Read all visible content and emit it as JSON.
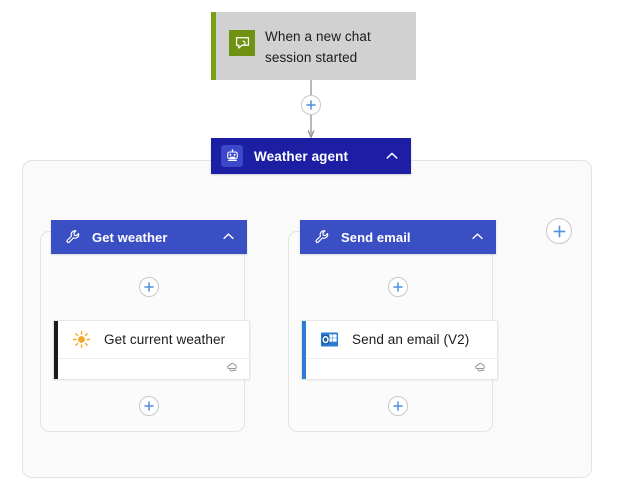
{
  "canvas": {
    "background": "#ffffff",
    "outer_container_fill": "#fafafa",
    "outer_container_border": "#e3e3e3"
  },
  "trigger": {
    "title": "When a new chat session started",
    "icon": "chat-bubble-icon",
    "accent_color": "#7aa116",
    "icon_bg": "#6f9212",
    "card_bg": "#d1d1d1"
  },
  "agent": {
    "label": "Weather agent",
    "icon": "robot-icon",
    "chevron": "chevron-up-icon",
    "bg": "#1c1fa3",
    "icon_bg": "#3a48c9"
  },
  "branches": [
    {
      "id": "get-weather",
      "header_label": "Get weather",
      "header_icon": "wrench-icon",
      "header_chevron": "chevron-up-icon",
      "header_bg": "#3b4fc4",
      "action": {
        "label": "Get current weather",
        "icon": "sun-icon",
        "accent_color": "#1b1b1b",
        "footer_icon": "cloud-connector-icon"
      }
    },
    {
      "id": "send-email",
      "header_label": "Send email",
      "header_icon": "wrench-icon",
      "header_chevron": "chevron-up-icon",
      "header_bg": "#3b4fc4",
      "action": {
        "label": "Send an email (V2)",
        "icon": "outlook-icon",
        "accent_color": "#2b7cd3",
        "footer_icon": "cloud-connector-icon"
      }
    }
  ],
  "add_buttons": [
    {
      "id": "add-after-trigger",
      "icon": "plus-icon",
      "size": "small"
    },
    {
      "id": "add-in-get-weather-top",
      "icon": "plus-icon",
      "size": "small"
    },
    {
      "id": "add-in-get-weather-bottom",
      "icon": "plus-icon",
      "size": "small"
    },
    {
      "id": "add-in-send-email-top",
      "icon": "plus-icon",
      "size": "small"
    },
    {
      "id": "add-in-send-email-bottom",
      "icon": "plus-icon",
      "size": "small"
    },
    {
      "id": "add-branch",
      "icon": "plus-icon",
      "size": "large"
    }
  ],
  "colors": {
    "plus_stroke": "#4f8fe0",
    "connector_line": "#8a8a8a",
    "card_border": "#e6e6e6"
  }
}
